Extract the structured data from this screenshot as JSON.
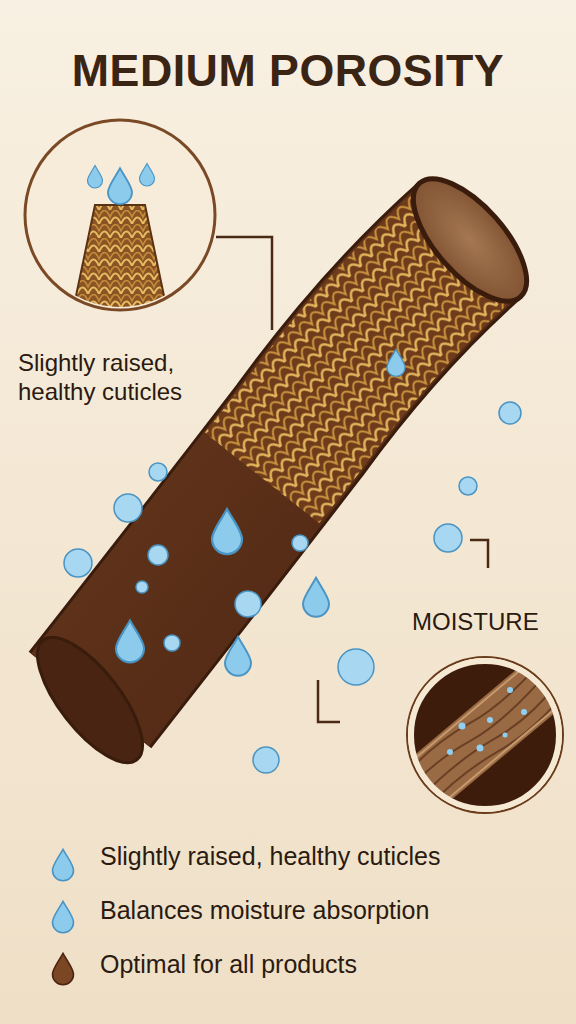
{
  "diagram": {
    "title": "MEDIUM POROSITY",
    "labels": [
      "Slightly raised, healthy cuticles",
      "MOISTURE",
      "Slightly raised, healthy cuticles",
      "Balances moisture absorption",
      "Optimal for all products"
    ]
  }
}
